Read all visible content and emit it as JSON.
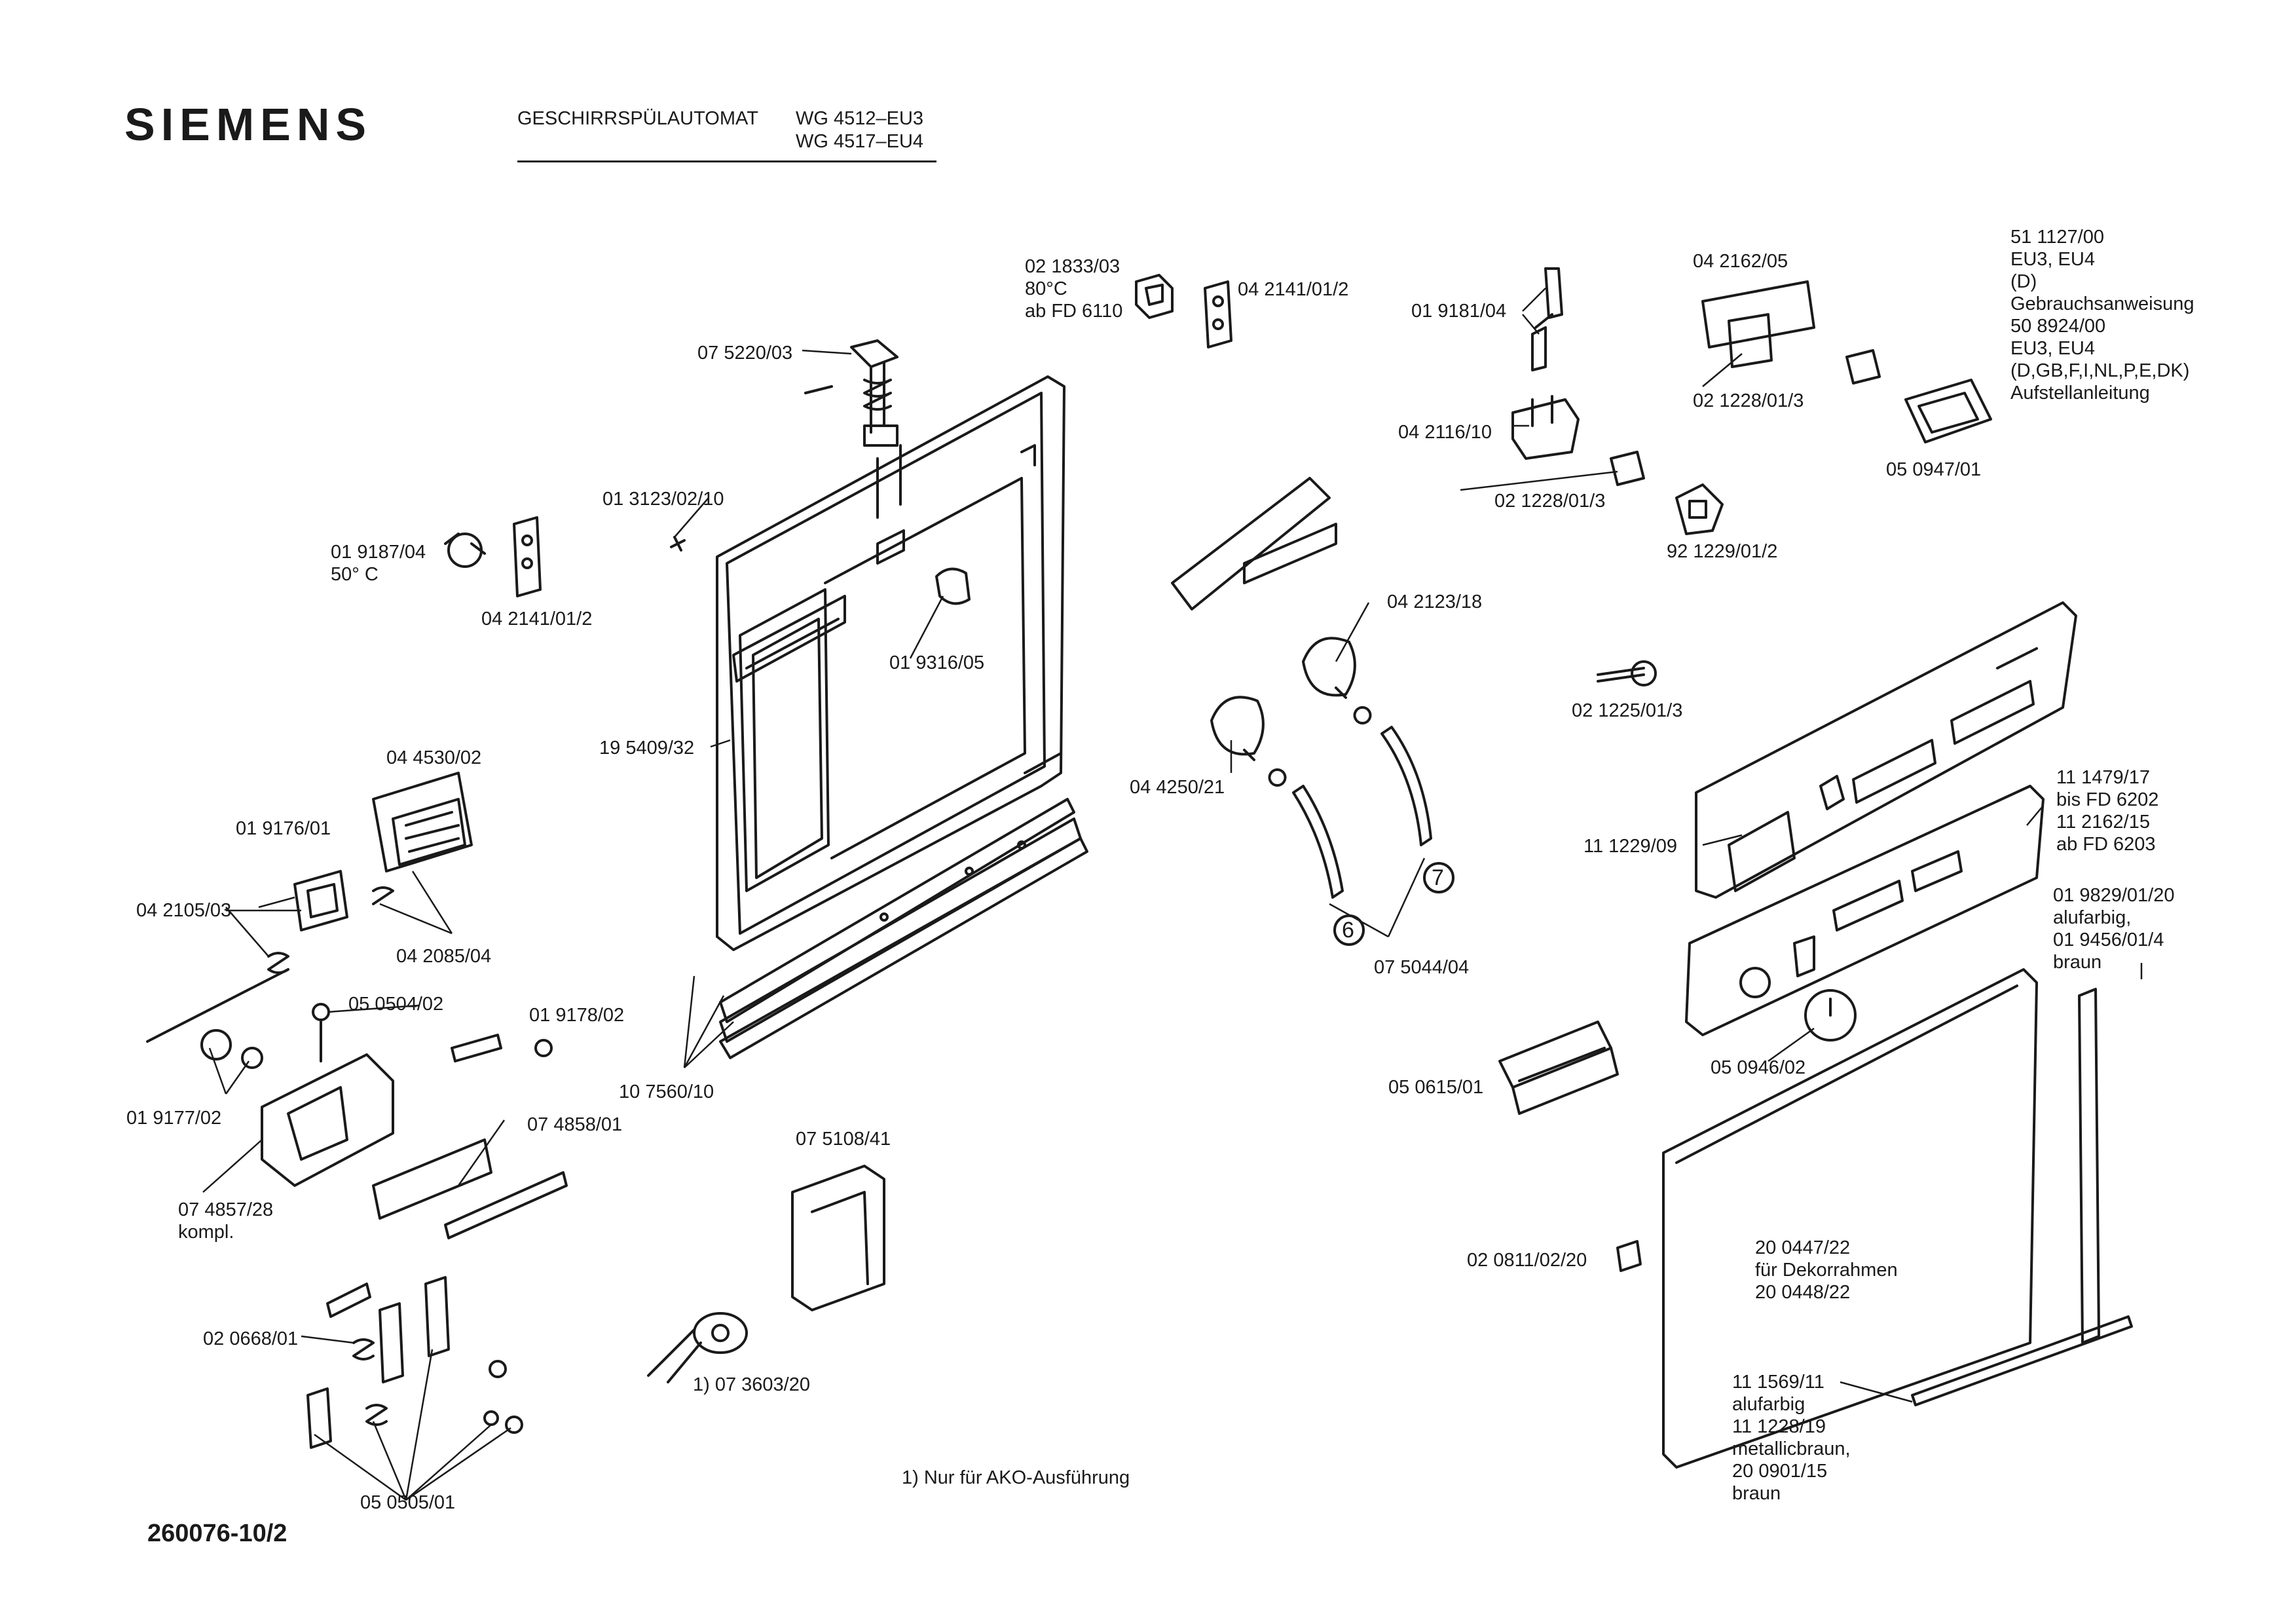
{
  "header": {
    "brand": "SIEMENS",
    "product": "GESCHIRRSPÜLAUTOMAT",
    "models": [
      "WG 4512–EU3",
      "WG 4517–EU4"
    ],
    "document_number": "260076-10/2"
  },
  "footnote": "1) Nur für AKO-Ausführung",
  "docs_block": "51 1127/00\nEU3, EU4\n(D)\nGebrauchsanweisung\n50 8924/00\nEU3, EU4\n(D,GB,F,I,NL,P,E,DK)\nAufstellanleitung",
  "circled_numbers": [
    "6",
    "7"
  ],
  "parts": {
    "p021833": "02 1833/03\n80°C\nab FD 6110",
    "p042141a": "04 2141/01/2",
    "p075220": "07 5220/03",
    "p013123": "01 3123/02/10",
    "p019187": "01 9187/04\n50° C",
    "p042141b": "04 2141/01/2",
    "p019316": "01 9316/05",
    "p195409": "19 5409/32",
    "p019181": "01 9181/04",
    "p042162": "04 2162/05",
    "p021228a": "02 1228/01/3",
    "p042116": "04 2116/10",
    "p021228b": "02 1228/01/3",
    "p050947": "05 0947/01",
    "p921229": "92 1229/01/2",
    "p042123": "04 2123/18",
    "p021225": "02 1225/01/3",
    "p044250": "04 4250/21",
    "p111229": "11 1229/09",
    "p111479": "11 1479/17\nbis FD 6202\n11 2162/15\nab FD 6203",
    "p075044": "07 5044/04",
    "p019829": "01 9829/01/20\nalufarbig,\n01 9456/01/4\nbraun",
    "p044530": "04 4530/02",
    "p019176": "01 9176/01",
    "p042105": "04 2105/03",
    "p042085": "04 2085/04",
    "p050504": "05 0504/02",
    "p019178": "01 9178/02",
    "p019177": "01 9177/02",
    "p107560": "10 7560/10",
    "p074858": "07 4858/01",
    "p074857": "07 4857/28\nkompl.",
    "p050615": "05 0615/01",
    "p050946": "05 0946/02",
    "p075108": "07 5108/41",
    "p020811": "02 0811/02/20",
    "p200447": "20 0447/22\nfür Dekorrahmen\n20 0448/22",
    "p020668": "02 0668/01",
    "p073603": "1)  07 3603/20",
    "p111569": "11 1569/11\nalufarbig\n11 1228/19\nmetallicbraun,\n20 0901/15\nbraun",
    "p050505": "05 0505/01"
  }
}
